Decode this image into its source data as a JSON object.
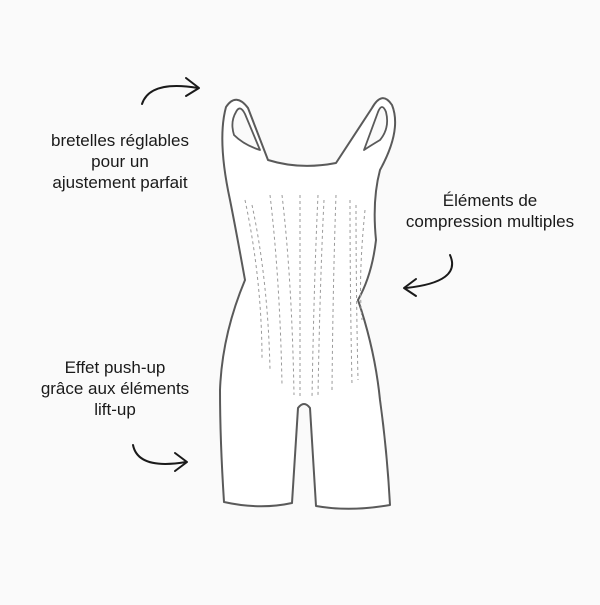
{
  "annotations": {
    "straps": {
      "lines": [
        "bretelles réglables",
        "pour un",
        "ajustement parfait"
      ]
    },
    "compression": {
      "lines": [
        "Éléments de",
        "compression multiples"
      ]
    },
    "pushup": {
      "lines": [
        "Effet push-up",
        "grâce aux éléments",
        "lift-up"
      ]
    }
  },
  "colors": {
    "outline": "#5a5a5a",
    "stitching": "#9a9a9a",
    "arrow": "#1a1a1a",
    "text": "#1a1a1a",
    "background": "#fafafa"
  },
  "icons": {
    "garment": "bodysuit-outline",
    "arrows": [
      "curved-arrow-right",
      "curved-arrow-left",
      "curved-arrow-right"
    ]
  }
}
